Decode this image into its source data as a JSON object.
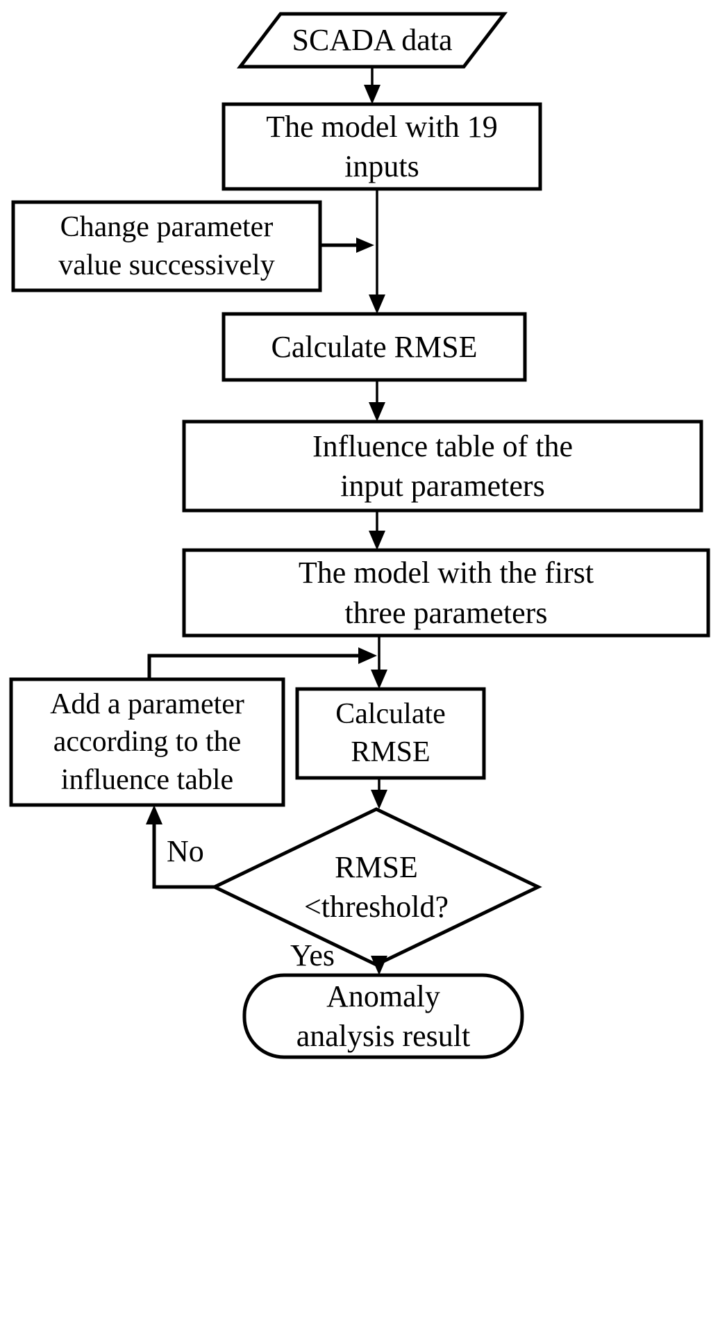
{
  "diagram": {
    "title": "Anomaly analysis model input-selection flowchart",
    "colors": {
      "background": "#ffffff",
      "stroke": "#000000",
      "text": "#000000"
    },
    "nodes": [
      {
        "id": "scada-data",
        "shape": "parallelogram",
        "label": "SCADA data"
      },
      {
        "id": "model-19-inputs",
        "shape": "rectangle",
        "label": "The model with 19\ninputs"
      },
      {
        "id": "change-parameter",
        "shape": "rectangle",
        "label": "Change parameter\nvalue successively"
      },
      {
        "id": "calculate-rmse-1",
        "shape": "rectangle",
        "label": "Calculate  RMSE"
      },
      {
        "id": "influence-table",
        "shape": "rectangle",
        "label": "Influence table of the\ninput parameters"
      },
      {
        "id": "model-first-three",
        "shape": "rectangle",
        "label": "The model with the first\nthree parameters"
      },
      {
        "id": "add-parameter",
        "shape": "rectangle",
        "label": "Add a parameter\naccording to the\ninfluence table"
      },
      {
        "id": "calculate-rmse-2",
        "shape": "rectangle",
        "label": "Calculate\nRMSE"
      },
      {
        "id": "rmse-threshold-decision",
        "shape": "diamond",
        "label": "RMSE\n<threshold?"
      },
      {
        "id": "anomaly-result",
        "shape": "rounded-rectangle",
        "label": "Anomaly\nanalysis result"
      }
    ],
    "edge_labels": {
      "decision_no": "No",
      "decision_yes": "Yes"
    }
  }
}
